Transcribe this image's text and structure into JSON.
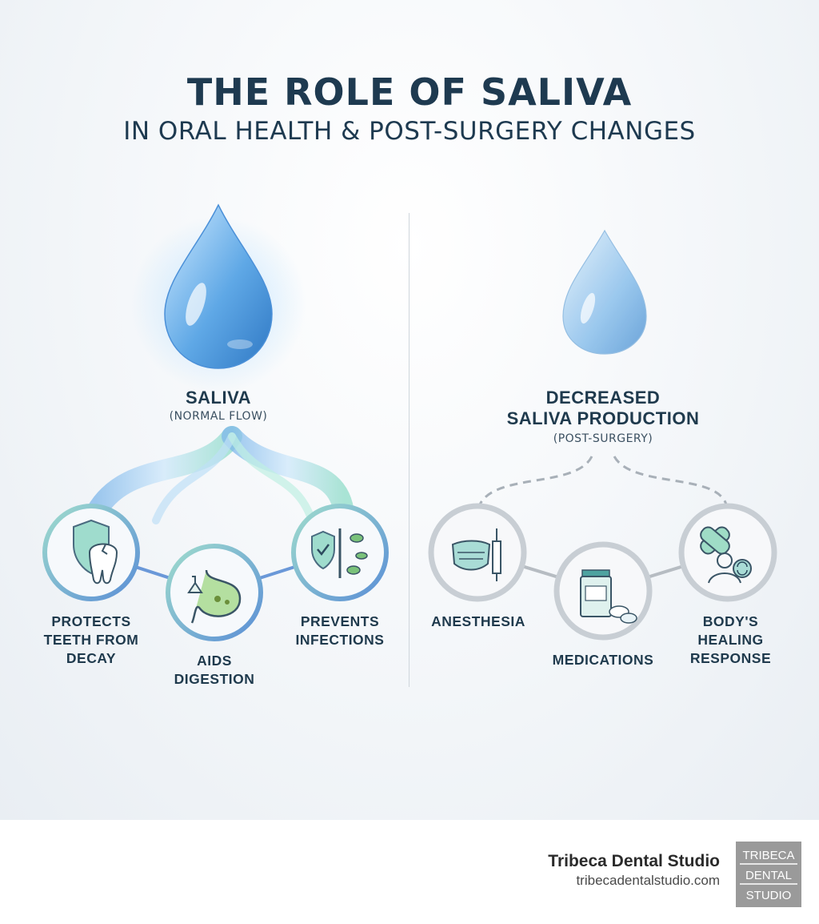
{
  "header": {
    "title": "THE ROLE OF SALIVA",
    "subtitle": "IN ORAL HEALTH & POST-SURGERY CHANGES"
  },
  "left": {
    "heading": "SALIVA",
    "note": "(NORMAL FLOW)",
    "items": [
      {
        "line1": "PROTECTS",
        "line2": "TEETH FROM",
        "line3": "DECAY",
        "icon": "shield-tooth-icon"
      },
      {
        "line1": "AIDS",
        "line2": "DIGESTION",
        "icon": "stomach-icon"
      },
      {
        "line1": "PREVENTS",
        "line2": "INFECTIONS",
        "icon": "shield-bacteria-icon"
      }
    ]
  },
  "right": {
    "heading_line1": "DECREASED",
    "heading_line2": "SALIVA PRODUCTION",
    "note": "(POST-SURGERY)",
    "items": [
      {
        "line1": "ANESTHESIA",
        "icon": "mask-syringe-icon"
      },
      {
        "line1": "MEDICATIONS",
        "icon": "pill-bottle-icon"
      },
      {
        "line1": "BODY'S",
        "line2": "HEALING",
        "line3": "RESPONSE",
        "icon": "bandage-person-icon"
      }
    ]
  },
  "footer": {
    "brand": "Tribeca Dental Studio",
    "url": "tribecadentalstudio.com",
    "logo_line1": "TRIBECA",
    "logo_line2": "DENTAL",
    "logo_line3": "STUDIO"
  },
  "colors": {
    "title": "#1e3a50",
    "water": "#5fa8e6",
    "accent_green": "#7fd6c2",
    "gray_ring": "#c8ced4"
  }
}
